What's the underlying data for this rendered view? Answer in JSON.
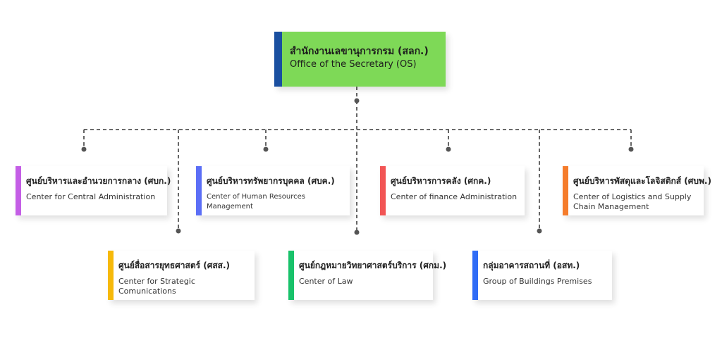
{
  "top": {
    "name_th": "สำนักงานเลขานุการกรม (สลก.)",
    "name_en": "Office of the Secretary (OS)",
    "color": "#7ed957",
    "accent": "#1a4fa0"
  },
  "units": [
    {
      "name_th": "ศูนย์บริหารและอำนวยการกลาง (ศบก.)",
      "name_en": "Center for Central Administration",
      "color": "#c45ee6"
    },
    {
      "name_th": "ศูนย์บริหารทรัพยากรบุคคล (ศบค.)",
      "name_en": "Center of Human Resources Management",
      "color": "#5b6ef6"
    },
    {
      "name_th": "ศูนย์บริหารการคลัง (ศกค.)",
      "name_en": "Center of finance Administration",
      "color": "#f25555"
    },
    {
      "name_th": "ศูนย์บริหารพัสดุและโลจิสติกส์ (ศบพ.)",
      "name_en": "Center of Logistics and Supply Chain Management",
      "color": "#f57c2b"
    },
    {
      "name_th": "ศูนย์สื่อสารยุทธศาสตร์ (ศสส.)",
      "name_en": "Center for Strategic Comunications",
      "color": "#f6b90a"
    },
    {
      "name_th": "ศูนย์กฎหมายวิทยาศาสตร์บริการ (ศกม.)",
      "name_en": "Center of Law",
      "color": "#18c26a"
    },
    {
      "name_th": "กลุ่มอาคารสถานที่ (อสท.)",
      "name_en": "Group of Buildings Premises",
      "color": "#2f6cf6"
    }
  ]
}
